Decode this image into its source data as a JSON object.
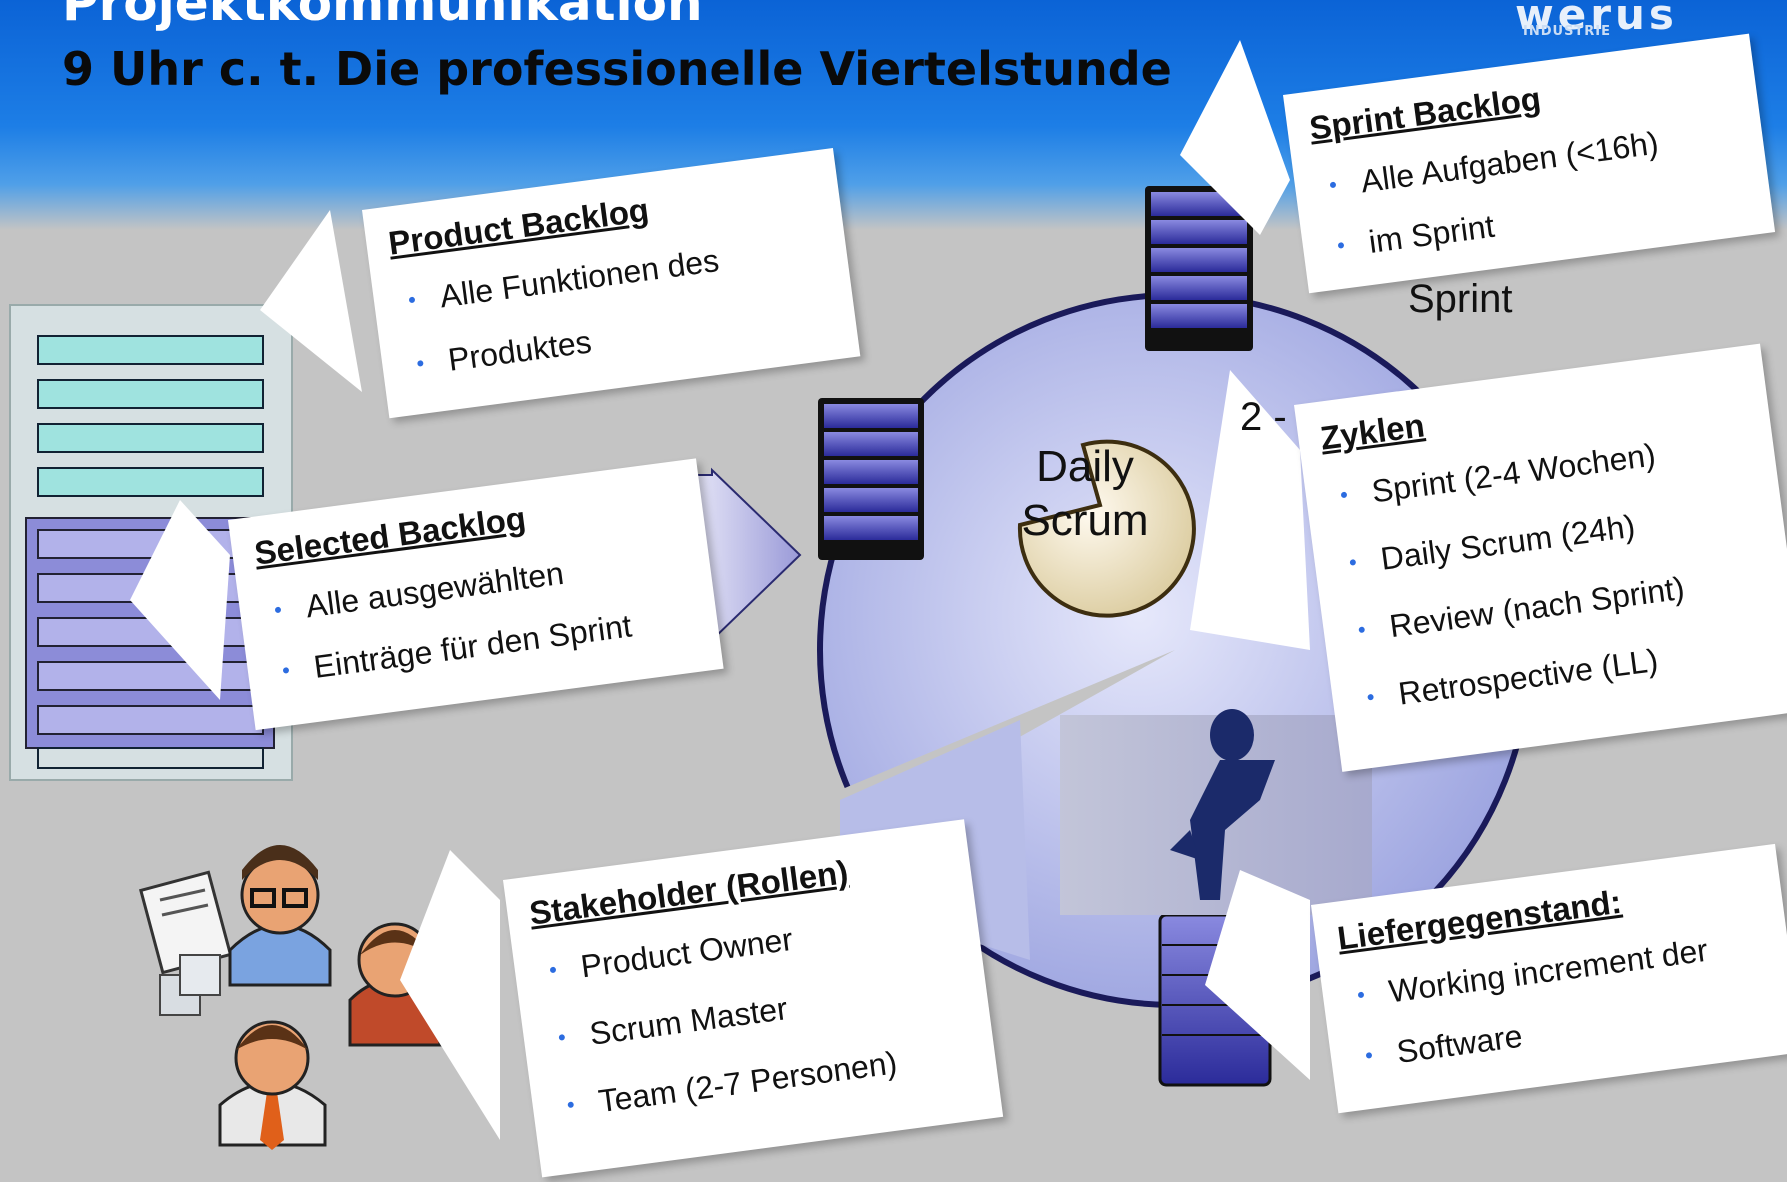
{
  "header": {
    "title": "Projektkommunikation",
    "subtitle": "9 Uhr c. t. Die professionelle Viertelstunde",
    "logo_text": "werus",
    "logo_sub": "INDUSTRIE"
  },
  "cycle": {
    "sprint_label": "Sprint",
    "daily_scrum": "Daily Scrum",
    "cycle_prefix": "2 -"
  },
  "cards": {
    "product_backlog": {
      "title": "Product Backlog",
      "items": [
        "Alle Funktionen des",
        "Produktes"
      ]
    },
    "selected_backlog": {
      "title": "Selected Backlog",
      "items": [
        "Alle ausgewählten",
        "Einträge für den Sprint"
      ]
    },
    "sprint_backlog": {
      "title": "Sprint Backlog",
      "items": [
        "Alle Aufgaben (<16h)",
        "im Sprint"
      ]
    },
    "zyklen": {
      "title": "Zyklen",
      "items": [
        "Sprint (2-4 Wochen)",
        "Daily Scrum (24h)",
        "Review (nach Sprint)",
        "Retrospective (LL)"
      ]
    },
    "stakeholder": {
      "title": "Stakeholder (Rollen)",
      "items": [
        "Product Owner",
        "Scrum Master",
        "Team (2-7 Personen)"
      ]
    },
    "liefergegenstand": {
      "title": "Liefergegenstand:",
      "items": [
        "Working increment der",
        "Software"
      ]
    }
  },
  "colors": {
    "header_blue": "#0b63d6",
    "background_grey": "#c4c4c4",
    "stack_blue": "#3a3aa8",
    "cycle_fill": "#b7bde8",
    "bullet_blue": "#2c6ce0"
  },
  "icons": [
    "document-stack-icon",
    "stack-icon",
    "pacman-daily-scrum-icon",
    "runner-image",
    "person-icon",
    "arrow-right-icon"
  ]
}
